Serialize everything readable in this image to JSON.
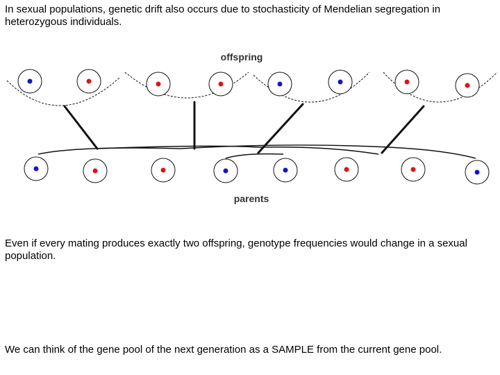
{
  "text": {
    "intro": "In sexual populations, genetic drift also occurs due to stochasticity of Mendelian segregation in heterozygous individuals.",
    "middle": "Even if every mating produces exactly two offspring, genotype frequencies would change in a sexual population.",
    "bottom": "We can think of the gene pool of the next generation as a SAMPLE from the current gene pool."
  },
  "diagram": {
    "offspring_label": "offspring",
    "parents_label": "parents",
    "colors": {
      "blue_allele": "#1515cc",
      "red_allele": "#dd1515",
      "outline": "#111111"
    },
    "offspring_alleles": [
      "blue",
      "red",
      "red",
      "red",
      "blue",
      "blue",
      "red",
      "red"
    ],
    "parent_alleles": [
      "blue",
      "red",
      "red",
      "blue",
      "blue",
      "red",
      "red",
      "blue"
    ]
  }
}
